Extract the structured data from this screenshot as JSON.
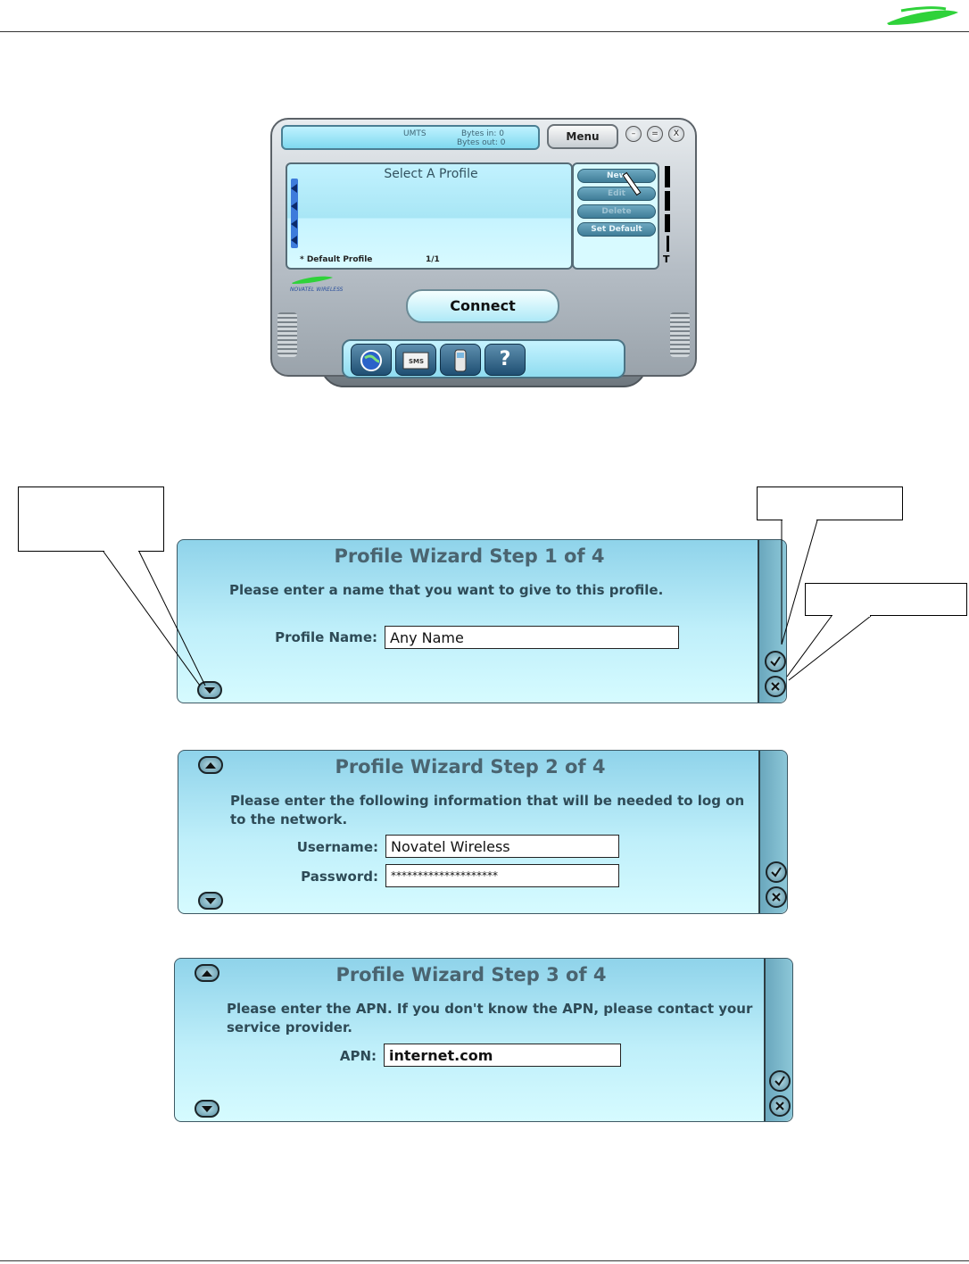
{
  "app": {
    "status": {
      "mode": "UMTS",
      "bytes_in": "Bytes in: 0",
      "bytes_out": "Bytes out: 0"
    },
    "menu_label": "Menu",
    "window_buttons": {
      "minimize": "–",
      "tray": "=",
      "close": "X"
    },
    "profile_panel": {
      "title": "Select A Profile",
      "footer": "* Default Profile",
      "count": "1/1"
    },
    "actions": {
      "new": "New",
      "edit": "Edit",
      "delete": "Delete",
      "set_default": "Set Default"
    },
    "signal_label": "T",
    "connect_label": "Connect",
    "brand_mini": "NOVATEL WIRELESS",
    "tools": {
      "globe": "",
      "sms": "SMS",
      "phone": "",
      "help": "?"
    }
  },
  "wizard1": {
    "title": "Profile Wizard Step 1 of 4",
    "message": "Please enter a name that you want to give to this profile.",
    "profile_name_label": "Profile Name:",
    "profile_name_value": "Any Name"
  },
  "wizard2": {
    "title": "Profile Wizard Step 2 of 4",
    "message": "Please enter the following information that will be needed to log on to the network.",
    "username_label": "Username:",
    "username_value": "Novatel Wireless",
    "password_label": "Password:",
    "password_value": "********************"
  },
  "wizard3": {
    "title": "Profile Wizard Step 3 of 4",
    "message": "Please enter the APN.  If you don't know the APN, please contact your service provider.",
    "apn_label": "APN:",
    "apn_value": "internet.com"
  },
  "colors": {
    "panel": "#bfeffa",
    "accent": "#3f7d98",
    "logo": "#2fd23a"
  }
}
